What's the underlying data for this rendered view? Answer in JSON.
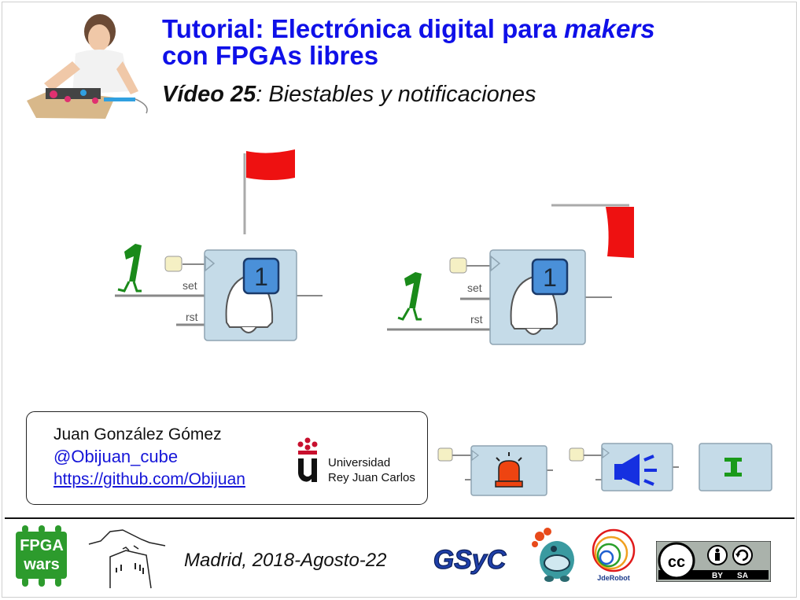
{
  "slide": {
    "title_part1": "Tutorial: Electrónica digital para ",
    "title_emph": "makers",
    "title_line2": "con FPGAs libres",
    "subtitle_bold": "Vídeo 25",
    "subtitle_rest": ": Biestables y notificaciones"
  },
  "diagram": {
    "left_block": {
      "pin_top": "set",
      "pin_bottom": "rst",
      "state_digit": "1"
    },
    "right_block": {
      "pin_top": "set",
      "pin_bottom": "rst",
      "state_digit": "1"
    }
  },
  "author": {
    "name": "Juan González Gómez",
    "twitter": "@Obijuan_cube",
    "github": "https://github.com/Obijuan"
  },
  "university": {
    "line1": "Universidad",
    "line2": "Rey Juan Carlos"
  },
  "footer": {
    "date": "Madrid, 2018-Agosto-22",
    "fpga_logo_line1": "FPGA",
    "fpga_logo_line2": "wars",
    "gsyc_logo": "GSyC",
    "jderobot_logo": "JdeRobot",
    "cc_by": "BY",
    "cc_sa": "SA",
    "cc_main": "cc"
  },
  "colors": {
    "title_blue": "#0f10e8",
    "link_blue": "#1515d8",
    "block_fill": "#c5dbe8",
    "digit_fill": "#4a90d9",
    "flag_red": "#ee1111",
    "pin_fill": "#f5f0c4"
  }
}
